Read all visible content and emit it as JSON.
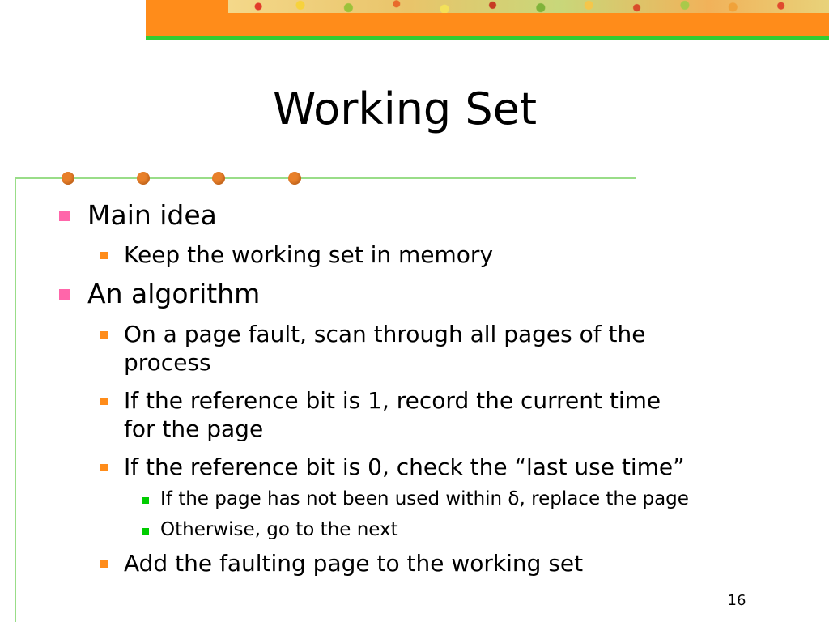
{
  "slide": {
    "title": "Working Set",
    "page_number": "16",
    "bullets": [
      {
        "level": 1,
        "text": "Main idea"
      },
      {
        "level": 2,
        "text": "Keep the working set in memory"
      },
      {
        "level": 1,
        "text": "An algorithm"
      },
      {
        "level": 2,
        "lines": [
          "On a page fault, scan through all pages of the",
          "process"
        ]
      },
      {
        "level": 2,
        "lines": [
          "If the reference bit is 1, record the current time",
          "for the page"
        ]
      },
      {
        "level": 2,
        "text": "If the reference bit is 0, check the “last use time”"
      },
      {
        "level": 3,
        "text": "If the page has not been used within δ, replace the page"
      },
      {
        "level": 3,
        "text": "Otherwise, go to the next"
      },
      {
        "level": 2,
        "text": "Add the faulting page to the working set"
      }
    ]
  },
  "colors": {
    "banner": "#ff8c1a",
    "accent_green": "#33cc33",
    "bullet_level1": "#ff66aa",
    "bullet_level2": "#ff8c1a",
    "bullet_level3": "#00cc00",
    "dots": "#e8802a"
  }
}
